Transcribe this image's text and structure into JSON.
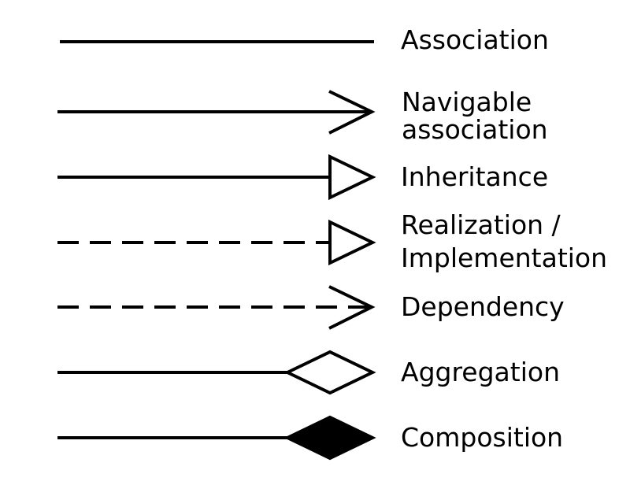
{
  "colors": {
    "stroke": "#000000",
    "background": "#ffffff"
  },
  "legend": {
    "association": {
      "label": "Association",
      "line": "solid",
      "head": "none"
    },
    "navigable": {
      "label_line1": "Navigable",
      "label_line2": "association",
      "line": "solid",
      "head": "open-arrow"
    },
    "inheritance": {
      "label": "Inheritance",
      "line": "solid",
      "head": "hollow-triangle"
    },
    "realization": {
      "label_line1": "Realization /",
      "label_line2": "Implementation",
      "line": "dashed",
      "head": "hollow-triangle"
    },
    "dependency": {
      "label": "Dependency",
      "line": "dashed",
      "head": "open-arrow"
    },
    "aggregation": {
      "label": "Aggregation",
      "line": "solid",
      "head": "hollow-diamond"
    },
    "composition": {
      "label": "Composition",
      "line": "solid",
      "head": "filled-diamond"
    }
  }
}
